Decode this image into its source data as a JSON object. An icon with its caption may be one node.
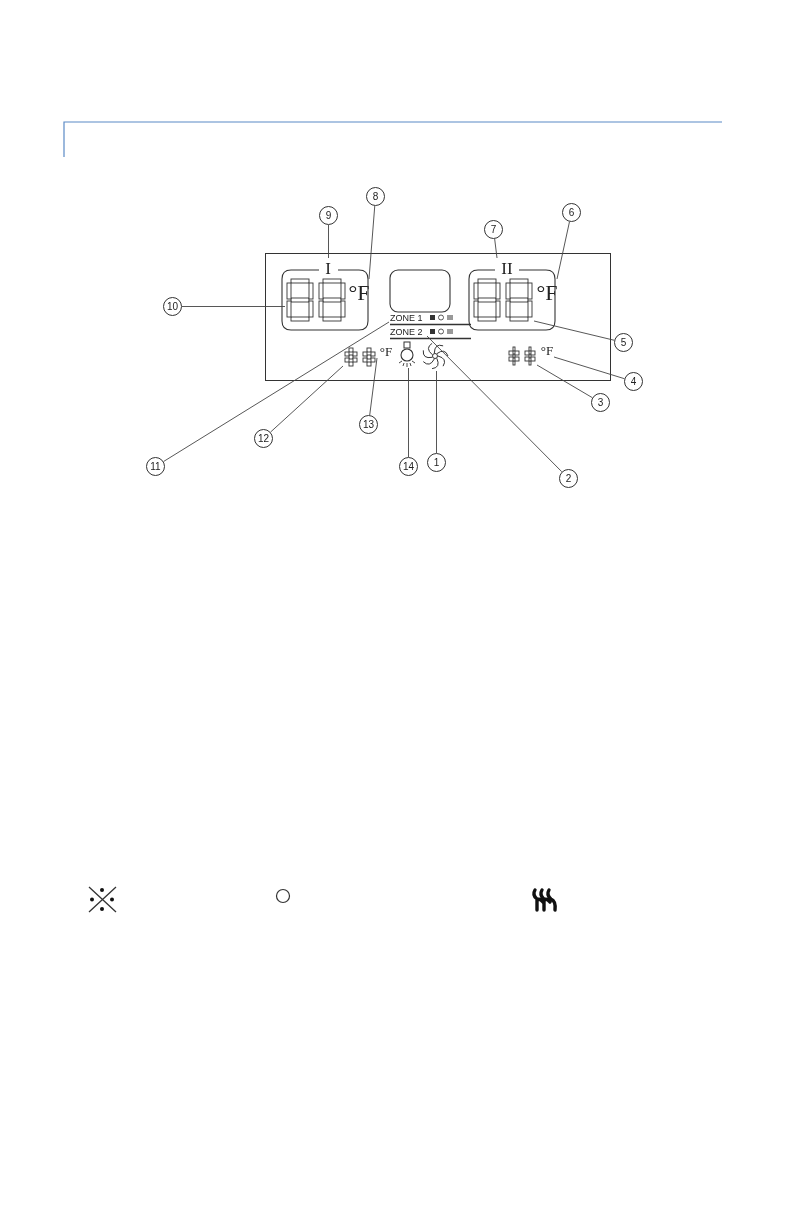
{
  "diagram": {
    "nodes": [
      {
        "text": [],
        "shape": "box"
      },
      {
        "text": [
          "I"
        ],
        "in": 0
      },
      {
        "text": [
          "II"
        ],
        "in": 0
      },
      {
        "text": [],
        "shape": "display",
        "in": 0
      },
      {
        "text": [
          "°F"
        ],
        "in": 0
      },
      {
        "text": [],
        "shape": "display",
        "in": 0
      },
      {
        "text": [
          "°F"
        ],
        "in": 0
      },
      {
        "text": [
          "ZONE 1"
        ],
        "in": 0
      },
      {
        "text": [
          "ZONE 2"
        ],
        "in": 0
      },
      {
        "text": [],
        "shape": "display",
        "in": 0
      },
      {
        "text": [
          "°F"
        ],
        "in": 0
      },
      {
        "text": [],
        "shape": "lamp",
        "in": 0
      },
      {
        "text": [],
        "shape": "fan",
        "in": 0
      },
      {
        "text": [],
        "shape": "display",
        "in": 0
      },
      {
        "text": [
          "°F"
        ],
        "in": 0
      },
      {
        "text": [
          "1"
        ]
      },
      {
        "text": [
          "2"
        ]
      },
      {
        "text": [
          "3"
        ]
      },
      {
        "text": [
          "4"
        ]
      },
      {
        "text": [
          "5"
        ]
      },
      {
        "text": [
          "6"
        ]
      },
      {
        "text": [
          "7"
        ]
      },
      {
        "text": [
          "8"
        ]
      },
      {
        "text": [
          "9"
        ]
      },
      {
        "text": [
          "10"
        ]
      },
      {
        "text": [
          "11"
        ]
      },
      {
        "text": [
          "12"
        ]
      },
      {
        "text": [
          "13"
        ]
      },
      {
        "text": [
          "14"
        ]
      }
    ],
    "edges": [
      {
        "from": 15,
        "to": 12,
        "arrow": "none"
      },
      {
        "from": 16,
        "to": 8,
        "arrow": "none"
      },
      {
        "from": 17,
        "to": 13,
        "arrow": "none"
      },
      {
        "from": 18,
        "to": 14,
        "arrow": "none"
      },
      {
        "from": 19,
        "to": 5,
        "arrow": "none"
      },
      {
        "from": 20,
        "to": 6,
        "arrow": "none"
      },
      {
        "from": 21,
        "to": 2,
        "arrow": "none"
      },
      {
        "from": 22,
        "to": 4,
        "arrow": "none"
      },
      {
        "from": 23,
        "to": 1,
        "arrow": "none"
      },
      {
        "from": 24,
        "to": 3,
        "arrow": "none"
      },
      {
        "from": 25,
        "to": 7,
        "arrow": "none"
      },
      {
        "from": 26,
        "to": 9,
        "arrow": "none"
      },
      {
        "from": 27,
        "to": 10,
        "arrow": "none"
      },
      {
        "from": 28,
        "to": 11,
        "arrow": "none"
      }
    ]
  }
}
